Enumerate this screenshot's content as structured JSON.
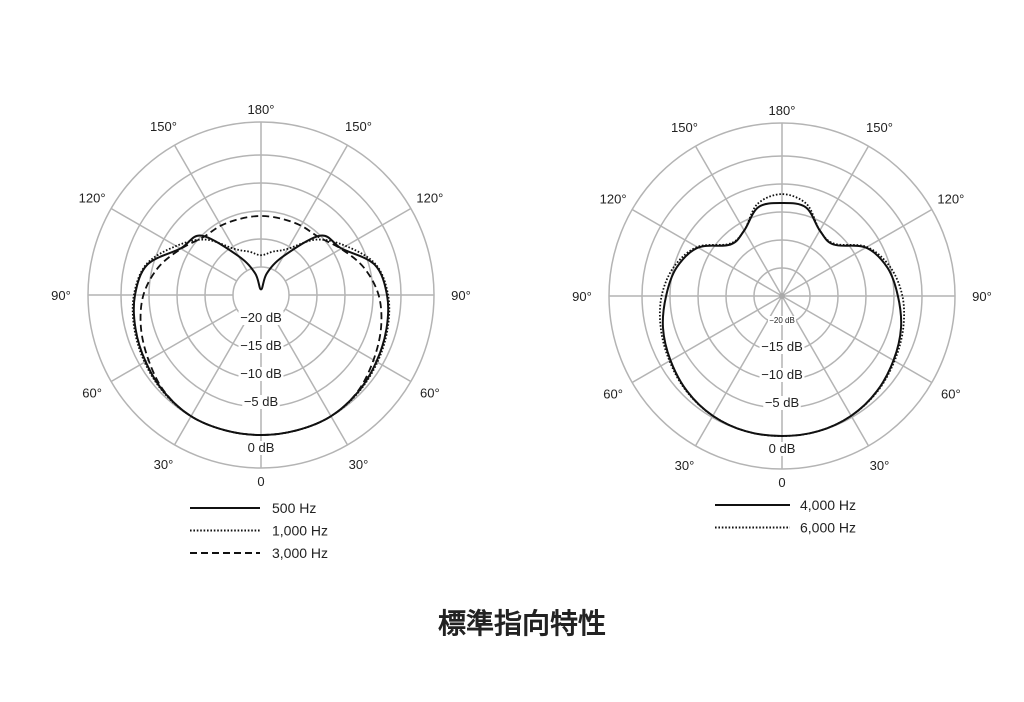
{
  "title": "標準指向特性",
  "chart_data": [
    {
      "type": "polar",
      "angle_labels": [
        "180°",
        "150°",
        "120°",
        "90°",
        "60°",
        "30°",
        "0",
        "30°",
        "60°",
        "90°",
        "120°",
        "150°"
      ],
      "radial_labels": [
        "0 dB",
        "−5 dB",
        "−10 dB",
        "−15 dB",
        "−20 dB"
      ],
      "radial_range_db": [
        -25,
        6
      ],
      "angles_deg": [
        0,
        15,
        30,
        45,
        60,
        75,
        90,
        105,
        120,
        135,
        150,
        165,
        180
      ],
      "symmetric": true,
      "series": [
        {
          "name": "500 Hz",
          "style": "solid",
          "values_db": [
            0,
            0,
            0,
            -0.5,
            -1.2,
            -1.8,
            -2.5,
            -4,
            -8.4,
            -10,
            -17,
            -21,
            -24
          ]
        },
        {
          "name": "1,000 Hz",
          "style": "dotted",
          "values_db": [
            0,
            0,
            0,
            -0.4,
            -1,
            -1.6,
            -2.3,
            -3.8,
            -7.5,
            -11,
            -15.5,
            -17,
            -17.9
          ]
        },
        {
          "name": "3,000 Hz",
          "style": "dashed",
          "values_db": [
            0,
            0,
            0,
            -0.6,
            -1.8,
            -2.8,
            -4,
            -6,
            -8.5,
            -10.4,
            -10.7,
            -10.9,
            -10.9
          ]
        }
      ]
    },
    {
      "type": "polar",
      "angle_labels": [
        "180°",
        "150°",
        "120°",
        "90°",
        "60°",
        "30°",
        "0",
        "30°",
        "60°",
        "90°",
        "120°",
        "150°"
      ],
      "radial_labels": [
        "0 dB",
        "−5 dB",
        "−10 dB",
        "−15 dB",
        "−20 dB"
      ],
      "radial_range_db": [
        -25,
        6
      ],
      "angles_deg": [
        0,
        15,
        30,
        45,
        60,
        75,
        90,
        105,
        120,
        135,
        150,
        165,
        180
      ],
      "symmetric": true,
      "series": [
        {
          "name": "4,000 Hz",
          "style": "solid",
          "values_db": [
            0,
            0,
            -0.3,
            -1,
            -2,
            -3,
            -4.3,
            -5.5,
            -7.7,
            -12,
            -11.5,
            -8.6,
            -8.4
          ]
        },
        {
          "name": "6,000 Hz",
          "style": "dotted",
          "values_db": [
            0,
            0,
            -0.3,
            -0.9,
            -1.8,
            -2.6,
            -3.5,
            -5,
            -7.5,
            -11.8,
            -11.5,
            -8,
            -6.8
          ]
        }
      ]
    }
  ]
}
